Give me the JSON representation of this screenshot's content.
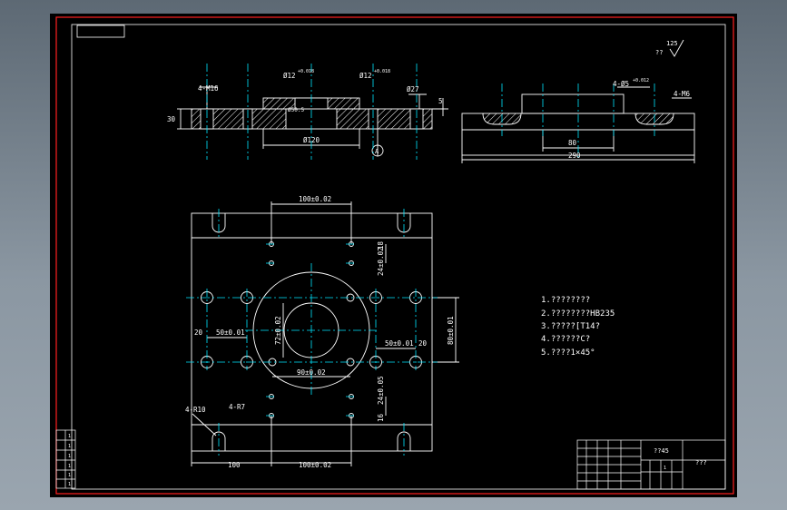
{
  "colors": {
    "background": "#000000",
    "border": "#ff0000",
    "line": "#ffffff",
    "center": "#00e5ff",
    "hatch": "#ffffff",
    "dimension": "#ffffff",
    "frame": "#7b8690"
  },
  "top_left_view": {
    "label_4m16": "4-M16",
    "label_d12a": "Ø12",
    "label_d12a_tol": "+0.018",
    "label_d12b": "Ø12",
    "label_d12b_tol": "+0.018",
    "label_d27": "Ø27",
    "label_d120": "Ø120",
    "label_d50": "Ø50.5",
    "label_30": "30",
    "label_5": "5",
    "section_mark": "A"
  },
  "top_right_view": {
    "label_4d5": "4-Ø5",
    "label_4d5_tol": "+0.012",
    "label_4m6": "4-M6",
    "label_80": "80",
    "label_290": "290"
  },
  "plan_view": {
    "dim_top": "100±0.02",
    "dim_bottom": "100±0.02",
    "dim_left_bottom": "100",
    "dim_50a": "50±0.01",
    "dim_50b": "50±0.01",
    "dim_20a": "20",
    "dim_20b": "20",
    "dim_72": "72±0.02",
    "dim_90": "90±0.02",
    "dim_80r": "80±0.01",
    "dim_24a": "24±0.02",
    "dim_24b": "24±0.05",
    "dim_18": "18",
    "dim_16": "16",
    "label_4r10": "4-R10",
    "label_4r7": "4-R7"
  },
  "notes": [
    "1.????????",
    "2.????????HB235",
    "3.?????[T14?",
    "4.??????C?",
    "5.????1×45°"
  ],
  "roughness": {
    "value": "125",
    "mark": "??"
  },
  "title_block": {
    "name": "??45",
    "part": "???",
    "sheet": "1"
  },
  "side_block": [
    "1",
    "1",
    "1",
    "1",
    "1",
    "1"
  ]
}
